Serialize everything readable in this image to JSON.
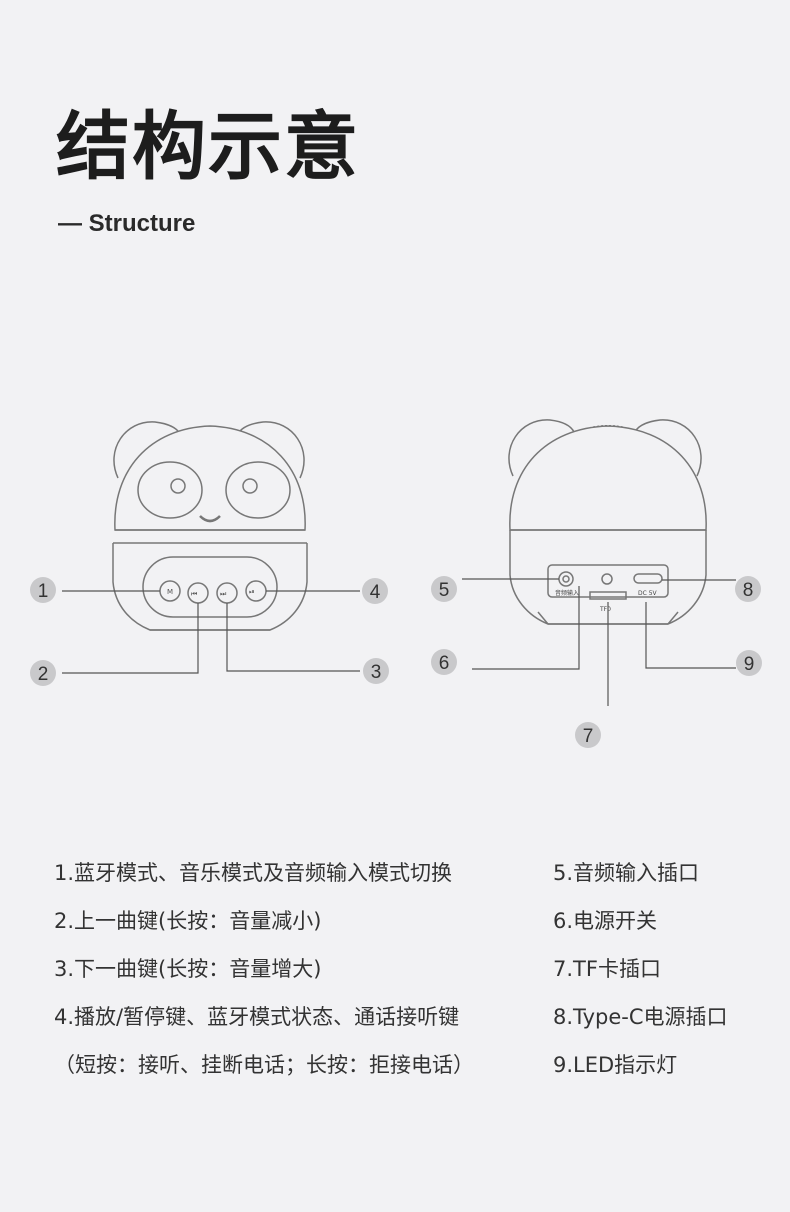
{
  "page": {
    "title": "结构示意",
    "subtitle": "— Structure"
  },
  "callouts": [
    "1",
    "2",
    "3",
    "4",
    "5",
    "6",
    "7",
    "8",
    "9"
  ],
  "descriptions": {
    "left": [
      "1.蓝牙模式、音乐模式及音频输入模式切换",
      "2.上一曲键(长按：音量减小)",
      "3.下一曲键(长按：音量增大)",
      "4.播放/暂停键、蓝牙模式状态、通话接听键",
      "（短按：接听、挂断电话；长按：拒接电话）"
    ],
    "right": [
      "5.音频输入插口",
      "6.电源开关",
      "7.TF卡插口",
      "8.Type-C电源插口",
      "9.LED指示灯"
    ]
  },
  "device_back_labels": {
    "audio_in": "音频输入",
    "dc": "DC 5V",
    "tf": "TF0"
  }
}
